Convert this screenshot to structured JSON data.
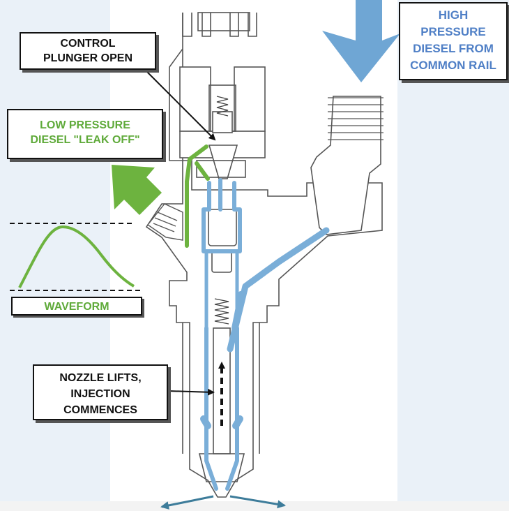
{
  "callouts": {
    "control_plunger": [
      "CONTROL",
      "PLUNGER OPEN"
    ],
    "low_pressure": [
      "LOW PRESSURE",
      "DIESEL \"LEAK OFF\""
    ],
    "high_pressure": [
      "HIGH",
      "PRESSURE",
      "DIESEL FROM",
      "COMMON RAIL"
    ],
    "nozzle": [
      "NOZZLE LIFTS,",
      "INJECTION",
      "COMMENCES"
    ],
    "waveform": "WAVEFORM"
  },
  "colors": {
    "high_pressure_fuel": "#7aaed8",
    "high_pressure_arrow": "#6fa6d4",
    "low_pressure_fuel": "#6db33f",
    "waveform_curve": "#6db33f",
    "spray_arrows": "#3d7c9a",
    "background_band": "#eaf1f8"
  }
}
